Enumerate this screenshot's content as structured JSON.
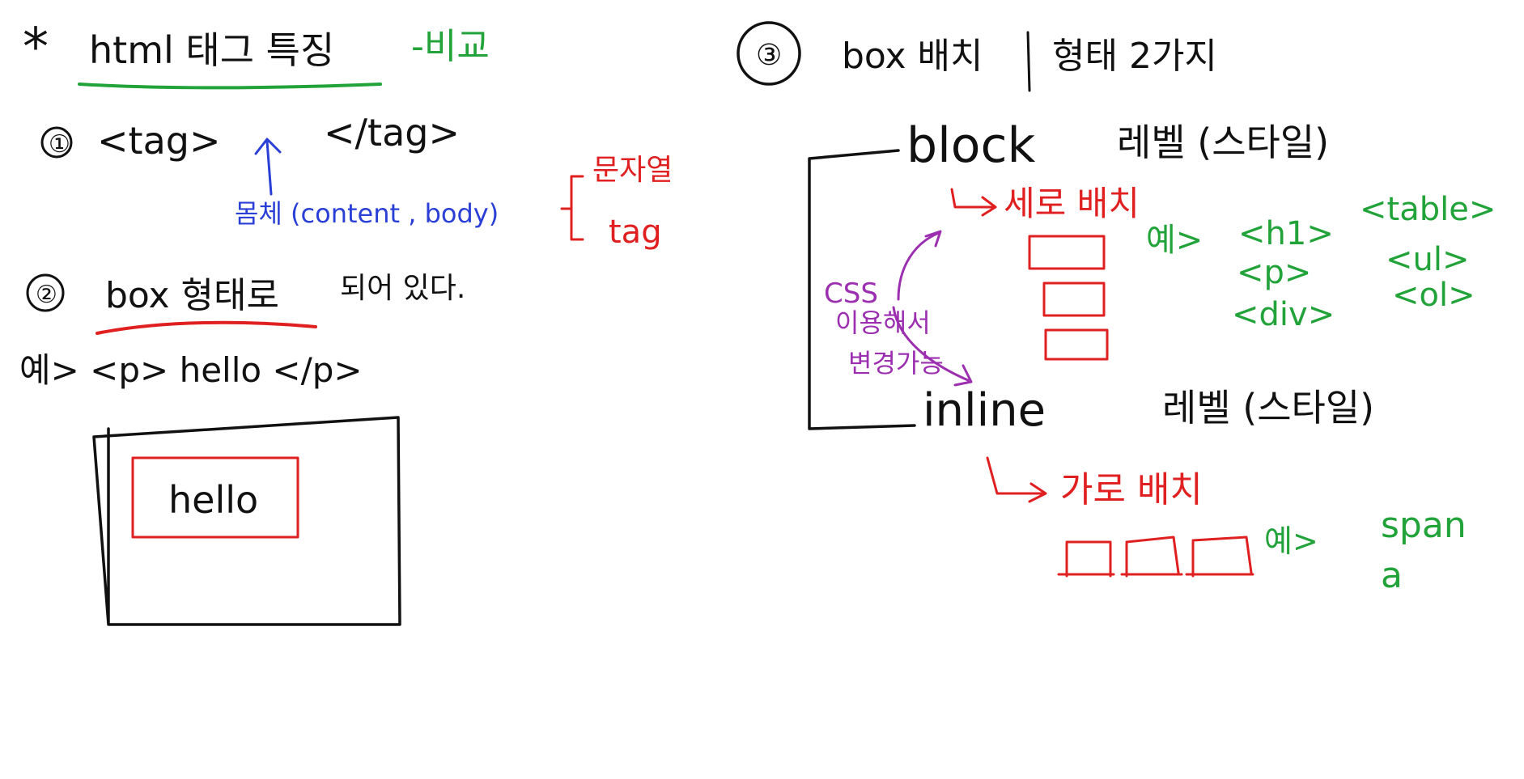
{
  "colors": {
    "black": "#111111",
    "red": "#e02020",
    "green": "#22a33a",
    "blue": "#2a3fd6",
    "purple": "#9b2fb0"
  },
  "title": {
    "star": "*",
    "main": "html 태그 특징",
    "suffix": "-비교"
  },
  "section1": {
    "num": "①",
    "open_tag": "<tag>",
    "close_tag": "</tag>",
    "content_label": "몸체 (content , body)",
    "branch_top": "문자열",
    "branch_bottom": "tag"
  },
  "section2": {
    "num": "②",
    "heading_box": "box 형태로",
    "heading_rest": "되어 있다.",
    "example": "예> <p> hello </p>",
    "inner_text": "hello"
  },
  "section3": {
    "num": "③",
    "heading_left": "box 배치",
    "heading_right": "형태 2가지",
    "block_title": "block",
    "block_level": "레벨 (스타일)",
    "block_dir": "세로 배치",
    "block_example_label": "예>",
    "block_tags": [
      "<h1>",
      "<p>",
      "<div>"
    ],
    "block_tags_right": [
      "<table>",
      "<ul>",
      "<ol>"
    ],
    "css_note": [
      "CSS",
      "이용해서",
      "변경가능"
    ],
    "inline_title": "inline",
    "inline_level": "레벨 (스타일)",
    "inline_dir": "가로 배치",
    "inline_example_label": "예>",
    "inline_tags": [
      "span",
      "a"
    ]
  }
}
